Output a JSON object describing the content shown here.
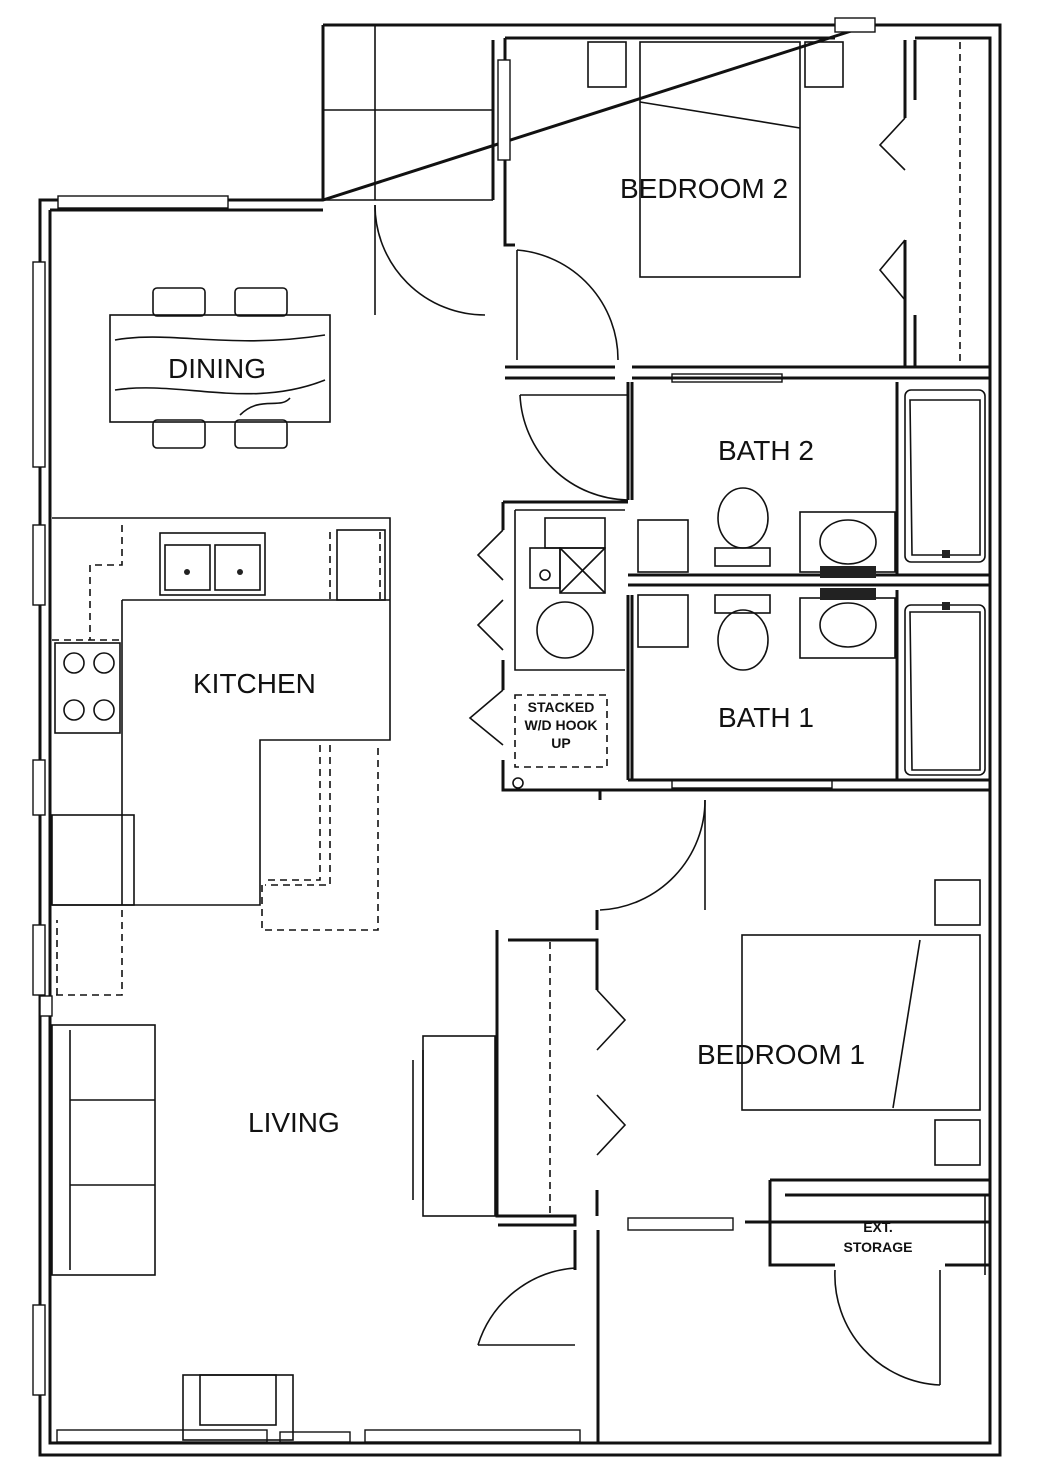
{
  "rooms": {
    "bedroom2": "BEDROOM 2",
    "dining": "DINING",
    "bath2": "BATH 2",
    "kitchen": "KITCHEN",
    "bath1": "BATH 1",
    "stacked": [
      "STACKED",
      "W/D HOOK",
      "UP"
    ],
    "bedroom1": "BEDROOM 1",
    "living": "LIVING",
    "storage": [
      "EXT.",
      "STORAGE"
    ]
  }
}
